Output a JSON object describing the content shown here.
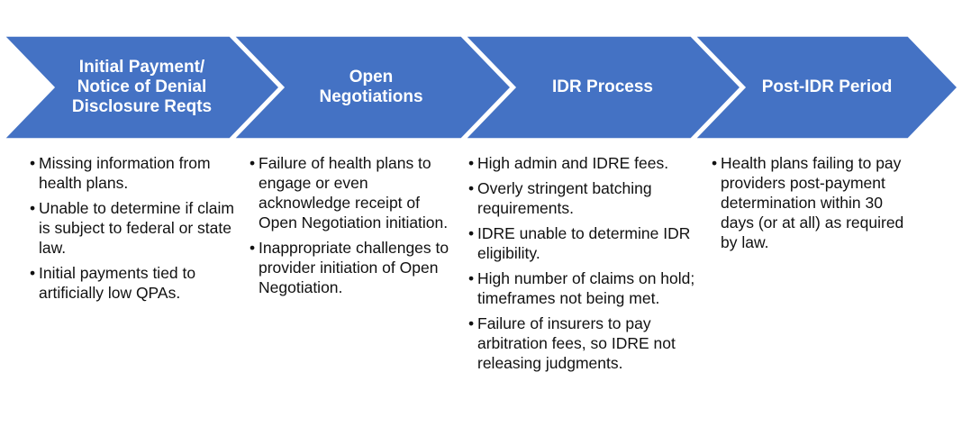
{
  "stages": [
    {
      "title": "Initial Payment/\nNotice of Denial\nDisclosure Reqts",
      "bullets": [
        "Missing information from health plans.",
        "Unable to determine if claim is subject to federal or state law.",
        "Initial payments tied to artificially low QPAs."
      ]
    },
    {
      "title": "Open\nNegotiations",
      "bullets": [
        "Failure of health plans to engage or even acknowledge receipt of Open Negotiation initiation.",
        "Inappropriate challenges to provider initiation of Open Negotiation."
      ]
    },
    {
      "title": "IDR Process",
      "bullets": [
        "High admin and IDRE fees.",
        "Overly stringent batching requirements.",
        "IDRE unable to determine IDR eligibility.",
        "High number of  claims on hold; timeframes not being met.",
        "Failure of insurers to pay arbitration fees, so IDRE not releasing judgments."
      ]
    },
    {
      "title": "Post-IDR Period",
      "bullets": [
        "Health plans failing to pay providers post-payment determination within 30 days (or at all) as required by law."
      ]
    }
  ],
  "colors": {
    "chevron_fill": "#4472c4",
    "chevron_stroke": "#ffffff",
    "title_text": "#ffffff",
    "body_text": "#111111"
  }
}
